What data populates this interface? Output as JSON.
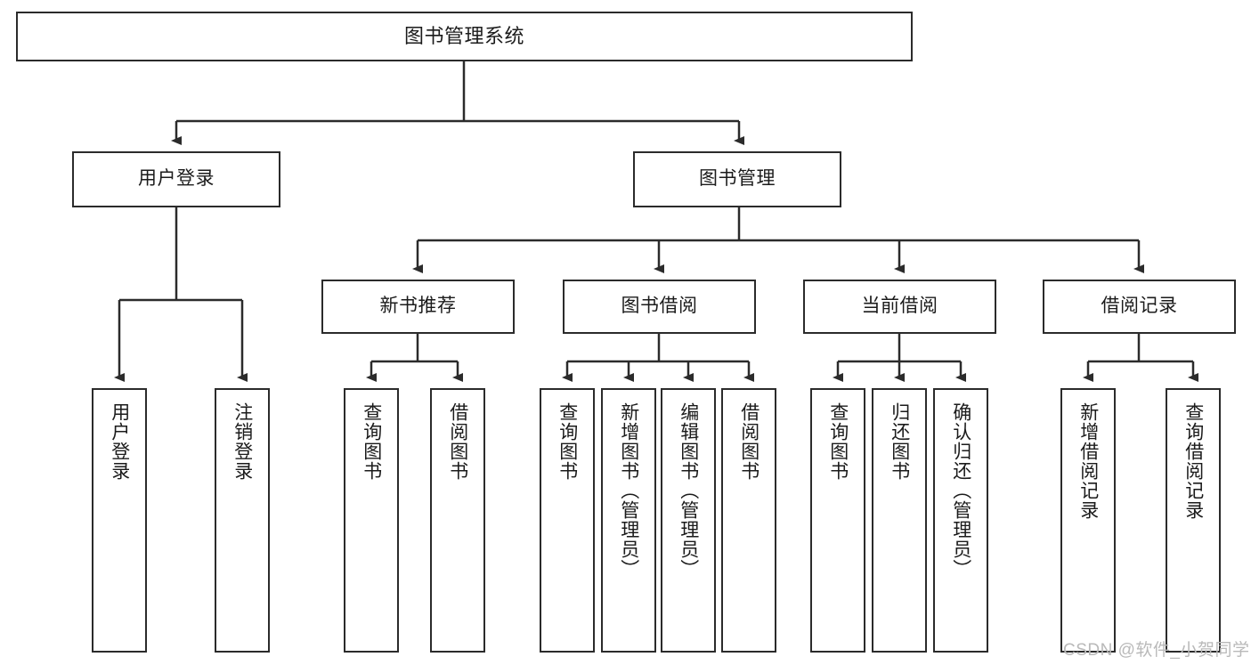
{
  "diagram": {
    "title": "图书管理系统",
    "type": "hierarchy-tree",
    "levels": {
      "root": {
        "label": "图书管理系统"
      },
      "level2": [
        {
          "label": "用户登录"
        },
        {
          "label": "图书管理"
        }
      ],
      "level3": [
        {
          "label": "新书推荐"
        },
        {
          "label": "图书借阅"
        },
        {
          "label": "当前借阅"
        },
        {
          "label": "借阅记录"
        }
      ],
      "leaves": [
        {
          "label": "用户登录",
          "parent": "用户登录"
        },
        {
          "label": "注销登录",
          "parent": "用户登录"
        },
        {
          "label": "查询图书",
          "parent": "新书推荐"
        },
        {
          "label": "借阅图书",
          "parent": "新书推荐"
        },
        {
          "label": "查询图书",
          "parent": "图书借阅"
        },
        {
          "label": "新增图书（管理员）",
          "parent": "图书借阅"
        },
        {
          "label": "编辑图书（管理员）",
          "parent": "图书借阅"
        },
        {
          "label": "借阅图书",
          "parent": "图书借阅"
        },
        {
          "label": "查询图书",
          "parent": "当前借阅"
        },
        {
          "label": "归还图书",
          "parent": "当前借阅"
        },
        {
          "label": "确认归还（管理员）",
          "parent": "当前借阅"
        },
        {
          "label": "新增借阅记录",
          "parent": "借阅记录"
        },
        {
          "label": "查询借阅记录",
          "parent": "借阅记录"
        }
      ]
    },
    "colors": {
      "border": "#2b2b2b",
      "background": "#ffffff",
      "text": "#1b1b1b",
      "watermark": "#b9b9b9"
    }
  },
  "watermark": {
    "text": "CSDN @软件_小贺同学"
  }
}
